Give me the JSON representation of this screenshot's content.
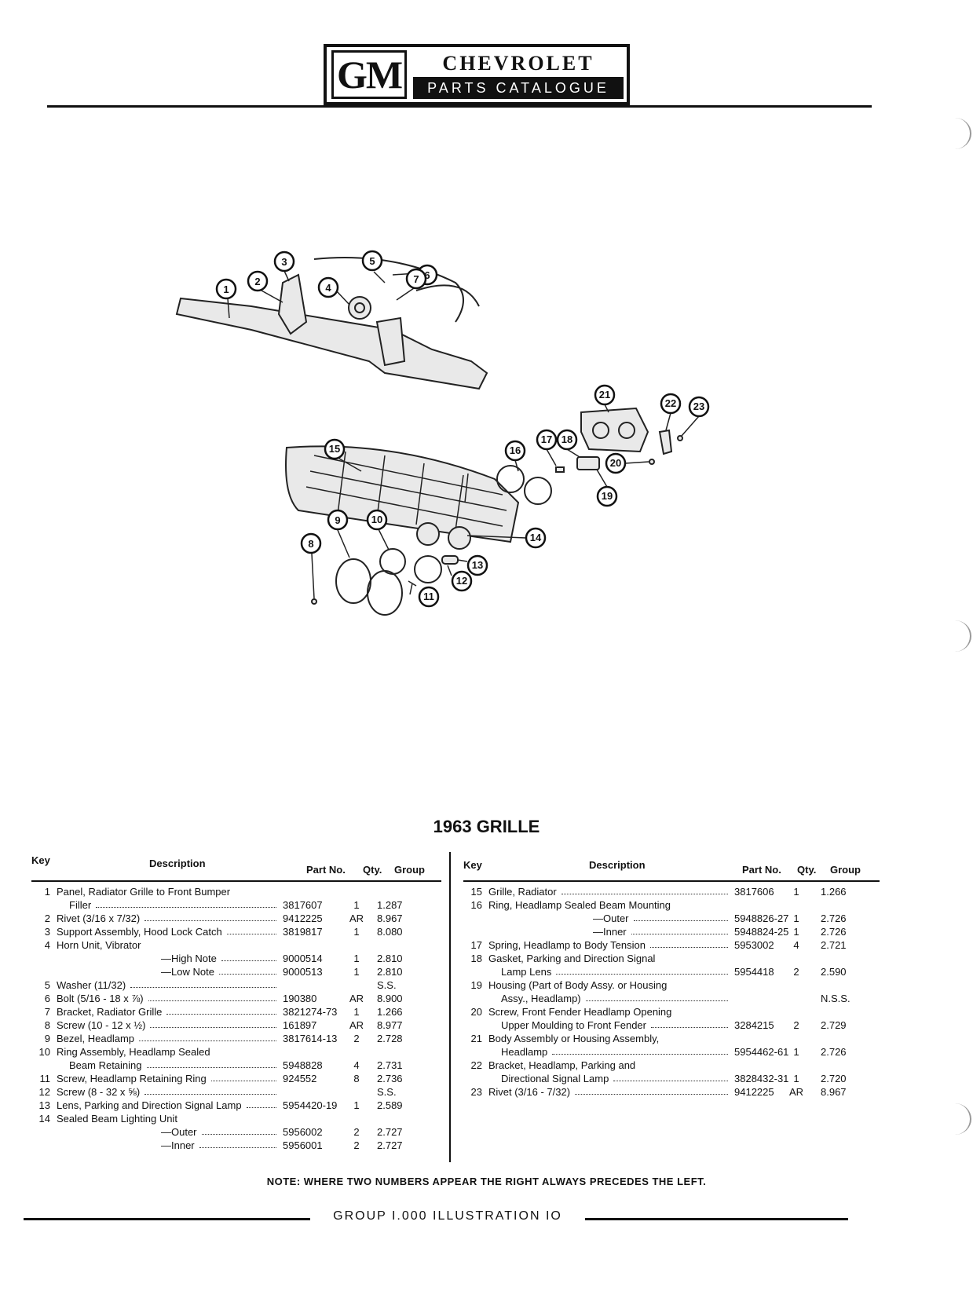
{
  "header": {
    "logo": "GM",
    "brand": "CHEVROLET",
    "subtitle": "PARTS CATALOGUE"
  },
  "diagram": {
    "callouts": [
      "1",
      "2",
      "3",
      "4",
      "5",
      "6",
      "7",
      "8",
      "9",
      "10",
      "11",
      "12",
      "13",
      "14",
      "15",
      "16",
      "17",
      "18",
      "19",
      "20",
      "21",
      "22",
      "23"
    ]
  },
  "title": "1963 GRILLE",
  "columns": {
    "key": "Key",
    "description": "Description",
    "part_no": "Part No.",
    "qty": "Qty.",
    "group": "Group"
  },
  "left_rows": [
    {
      "key": "1",
      "desc": "Panel, Radiator Grille to Front Bumper",
      "part": "",
      "qty": "",
      "group": ""
    },
    {
      "key": "",
      "desc": "Filler",
      "part": "3817607",
      "qty": "1",
      "group": "1.287"
    },
    {
      "key": "2",
      "desc": "Rivet (3/16 x 7/32)",
      "part": "9412225",
      "qty": "AR",
      "group": "8.967"
    },
    {
      "key": "3",
      "desc": "Support Assembly, Hood Lock Catch",
      "part": "3819817",
      "qty": "1",
      "group": "8.080"
    },
    {
      "key": "4",
      "desc": "Horn Unit, Vibrator",
      "part": "",
      "qty": "",
      "group": ""
    },
    {
      "key": "",
      "desc": "—High Note",
      "part": "9000514",
      "qty": "1",
      "group": "2.810"
    },
    {
      "key": "",
      "desc": "—Low Note",
      "part": "9000513",
      "qty": "1",
      "group": "2.810"
    },
    {
      "key": "5",
      "desc": "Washer (11/32)",
      "part": "",
      "qty": "",
      "group": "S.S."
    },
    {
      "key": "6",
      "desc": "Bolt (5/16 - 18 x ⅞)",
      "part": "190380",
      "qty": "AR",
      "group": "8.900"
    },
    {
      "key": "7",
      "desc": "Bracket, Radiator Grille",
      "part": "3821274-73",
      "qty": "1",
      "group": "1.266"
    },
    {
      "key": "8",
      "desc": "Screw (10 - 12 x ½)",
      "part": "161897",
      "qty": "AR",
      "group": "8.977"
    },
    {
      "key": "9",
      "desc": "Bezel, Headlamp",
      "part": "3817614-13",
      "qty": "2",
      "group": "2.728"
    },
    {
      "key": "10",
      "desc": "Ring Assembly, Headlamp Sealed",
      "part": "",
      "qty": "",
      "group": ""
    },
    {
      "key": "",
      "desc": "Beam Retaining",
      "part": "5948828",
      "qty": "4",
      "group": "2.731"
    },
    {
      "key": "11",
      "desc": "Screw, Headlamp Retaining Ring",
      "part": "924552",
      "qty": "8",
      "group": "2.736"
    },
    {
      "key": "12",
      "desc": "Screw (8 - 32 x ⅝)",
      "part": "",
      "qty": "",
      "group": "S.S."
    },
    {
      "key": "13",
      "desc": "Lens, Parking and Direction Signal Lamp",
      "part": "5954420-19",
      "qty": "1",
      "group": "2.589"
    },
    {
      "key": "14",
      "desc": "Sealed Beam Lighting Unit",
      "part": "",
      "qty": "",
      "group": ""
    },
    {
      "key": "",
      "desc": "—Outer",
      "part": "5956002",
      "qty": "2",
      "group": "2.727"
    },
    {
      "key": "",
      "desc": "—Inner",
      "part": "5956001",
      "qty": "2",
      "group": "2.727"
    }
  ],
  "right_rows": [
    {
      "key": "15",
      "desc": "Grille, Radiator",
      "part": "3817606",
      "qty": "1",
      "group": "1.266"
    },
    {
      "key": "16",
      "desc": "Ring, Headlamp Sealed Beam Mounting",
      "part": "",
      "qty": "",
      "group": ""
    },
    {
      "key": "",
      "desc": "—Outer",
      "part": "5948826-27",
      "qty": "1",
      "group": "2.726"
    },
    {
      "key": "",
      "desc": "—Inner",
      "part": "5948824-25",
      "qty": "1",
      "group": "2.726"
    },
    {
      "key": "17",
      "desc": "Spring, Headlamp to Body Tension",
      "part": "5953002",
      "qty": "4",
      "group": "2.721"
    },
    {
      "key": "18",
      "desc": "Gasket, Parking and Direction Signal",
      "part": "",
      "qty": "",
      "group": ""
    },
    {
      "key": "",
      "desc": "Lamp Lens",
      "part": "5954418",
      "qty": "2",
      "group": "2.590"
    },
    {
      "key": "19",
      "desc": "Housing (Part of Body Assy. or Housing",
      "part": "",
      "qty": "",
      "group": ""
    },
    {
      "key": "",
      "desc": "Assy., Headlamp)",
      "part": "",
      "qty": "",
      "group": "N.S.S."
    },
    {
      "key": "20",
      "desc": "Screw, Front Fender Headlamp Opening",
      "part": "",
      "qty": "",
      "group": ""
    },
    {
      "key": "",
      "desc": "Upper Moulding to Front Fender",
      "part": "3284215",
      "qty": "2",
      "group": "2.729"
    },
    {
      "key": "21",
      "desc": "Body Assembly or Housing Assembly,",
      "part": "",
      "qty": "",
      "group": ""
    },
    {
      "key": "",
      "desc": "Headlamp",
      "part": "5954462-61",
      "qty": "1",
      "group": "2.726"
    },
    {
      "key": "22",
      "desc": "Bracket, Headlamp, Parking and",
      "part": "",
      "qty": "",
      "group": ""
    },
    {
      "key": "",
      "desc": "Directional Signal Lamp",
      "part": "3828432-31",
      "qty": "1",
      "group": "2.720"
    },
    {
      "key": "23",
      "desc": "Rivet (3/16 - 7/32)",
      "part": "9412225",
      "qty": "AR",
      "group": "8.967"
    }
  ],
  "note": "NOTE: WHERE TWO NUMBERS APPEAR THE RIGHT ALWAYS PRECEDES THE LEFT.",
  "footer": "GROUP I.000 ILLUSTRATION IO"
}
